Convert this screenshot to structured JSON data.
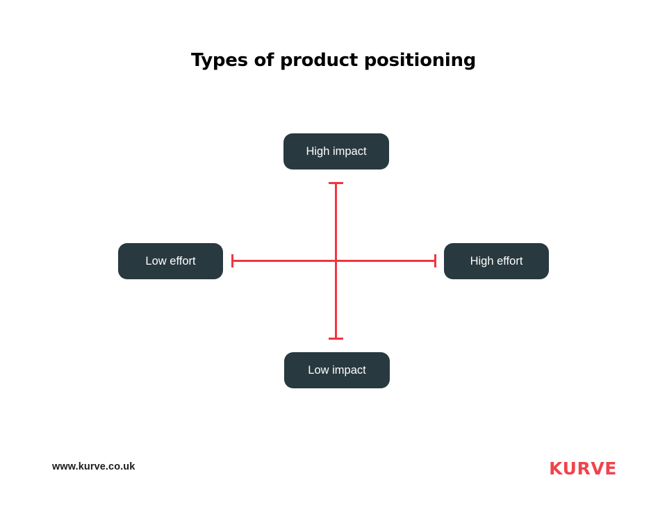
{
  "slide": {
    "title": "Types of product positioning",
    "background_color": "#ffffff"
  },
  "matrix": {
    "accent_color": "#f23440",
    "node_fill_color": "#28393f",
    "node_text_color": "#ffffff",
    "nodes": [
      {
        "id": "top",
        "label": "High impact",
        "axis": "vertical",
        "pole": "high"
      },
      {
        "id": "left",
        "label": "Low effort",
        "axis": "horizontal",
        "pole": "low"
      },
      {
        "id": "right",
        "label": "High effort",
        "axis": "horizontal",
        "pole": "high"
      },
      {
        "id": "bottom",
        "label": "Low impact",
        "axis": "vertical",
        "pole": "low"
      }
    ],
    "axes": [
      {
        "id": "vertical",
        "low_label": "Low impact",
        "high_label": "High impact"
      },
      {
        "id": "horizontal",
        "low_label": "Low effort",
        "high_label": "High effort"
      }
    ]
  },
  "footer": {
    "url": "www.kurve.co.uk",
    "brand": "KURVE",
    "brand_color": "#f0434b"
  }
}
